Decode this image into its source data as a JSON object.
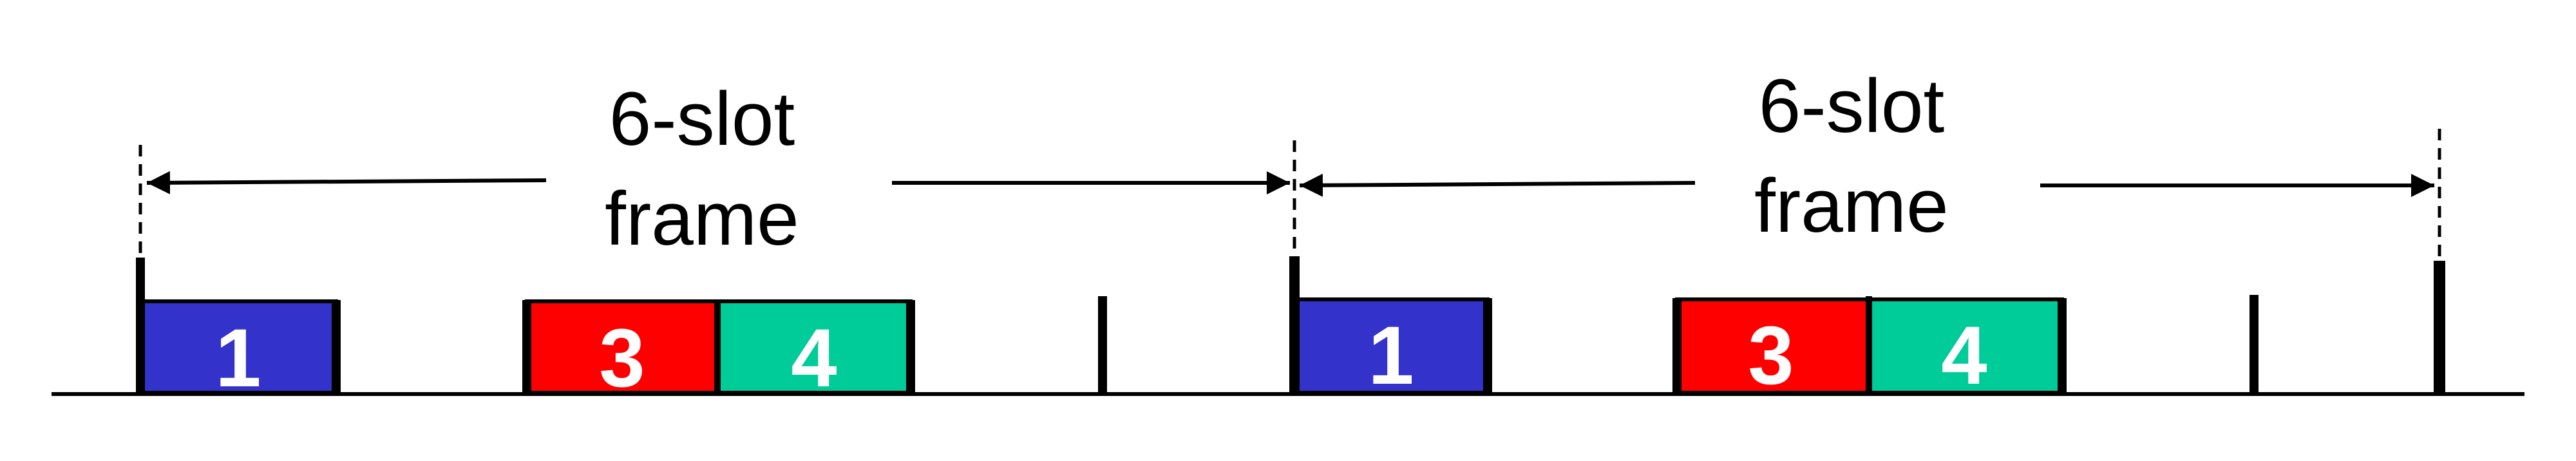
{
  "colors": {
    "slot_1": "#3333cc",
    "slot_3": "#ff0000",
    "slot_4": "#00cc99",
    "line": "#000000",
    "label": "#ffffff"
  },
  "frames": [
    {
      "label_line1": "6-slot",
      "label_line2": "frame",
      "slots": [
        {
          "label": "1",
          "color_key": "slot_1"
        },
        {
          "label": "3",
          "color_key": "slot_3"
        },
        {
          "label": "4",
          "color_key": "slot_4"
        }
      ]
    },
    {
      "label_line1": "6-slot",
      "label_line2": "frame",
      "slots": [
        {
          "label": "1",
          "color_key": "slot_1"
        },
        {
          "label": "3",
          "color_key": "slot_3"
        },
        {
          "label": "4",
          "color_key": "slot_4"
        }
      ]
    }
  ]
}
